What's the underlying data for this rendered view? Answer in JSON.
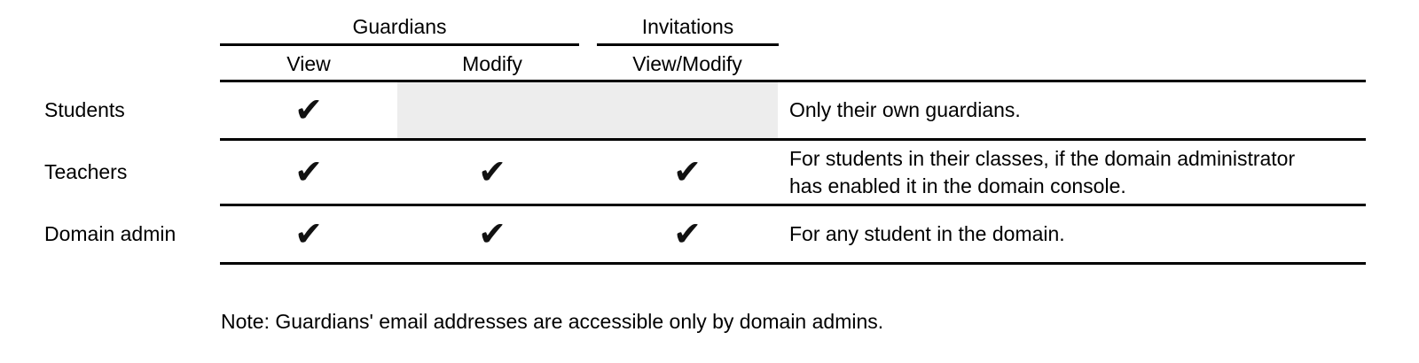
{
  "glyphs": {
    "check": "✔"
  },
  "colors": {
    "background": "#ffffff",
    "text": "#000000",
    "rule": "#000000",
    "disabled_cell": "#ededed",
    "check": "#111111"
  },
  "table": {
    "column_groups": [
      {
        "label": "Guardians",
        "columns": [
          "View",
          "Modify"
        ]
      },
      {
        "label": "Invitations",
        "columns": [
          "View/Modify"
        ]
      }
    ],
    "rows": [
      {
        "label": "Students",
        "permissions": {
          "guardians_view": true,
          "guardians_modify": false,
          "invitations_view_modify": false
        },
        "note": "Only their own guardians."
      },
      {
        "label": "Teachers",
        "permissions": {
          "guardians_view": true,
          "guardians_modify": true,
          "invitations_view_modify": true
        },
        "note": "For students in their classes, if the domain administrator has enabled it in the domain console."
      },
      {
        "label": "Domain admin",
        "permissions": {
          "guardians_view": true,
          "guardians_modify": true,
          "invitations_view_modify": true
        },
        "note": "For any student in the domain."
      }
    ]
  },
  "footnote": "Note: Guardians' email addresses are accessible only by domain admins."
}
